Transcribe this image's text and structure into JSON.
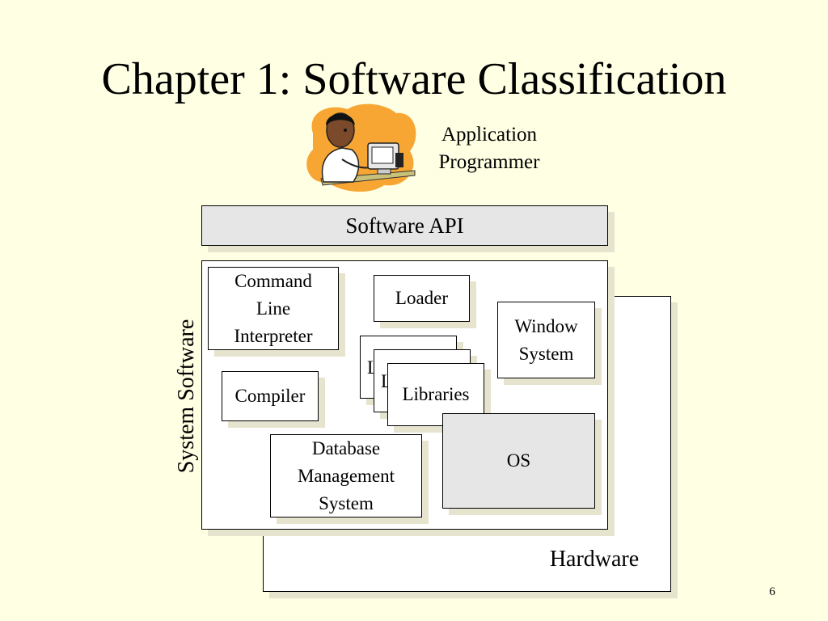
{
  "slide": {
    "title": "Chapter 1: Software Classification",
    "page_number": "6"
  },
  "diagram": {
    "programmer_label_line1": "Application",
    "programmer_label_line2": "Programmer",
    "software_api": "Software API",
    "system_software": "System Software",
    "hardware": "Hardware",
    "command_line_interpreter": [
      "Command",
      "Line",
      "Interpreter"
    ],
    "loader": "Loader",
    "window_system": [
      "Window",
      "System"
    ],
    "compiler": "Compiler",
    "libraries": "Libraries",
    "libraries_stack_letters": [
      "L",
      "L"
    ],
    "os": "OS",
    "dbms": [
      "Database",
      "Management",
      "System"
    ]
  },
  "icons": {
    "programmer": "programmer-at-computer-clipart"
  },
  "colors": {
    "background": "#FFFFE3",
    "box_fill": "#FFFFFF",
    "gray_fill": "#E6E6E6",
    "shadow": "#E6E3CE",
    "clipart_blob": "#F7A634"
  }
}
